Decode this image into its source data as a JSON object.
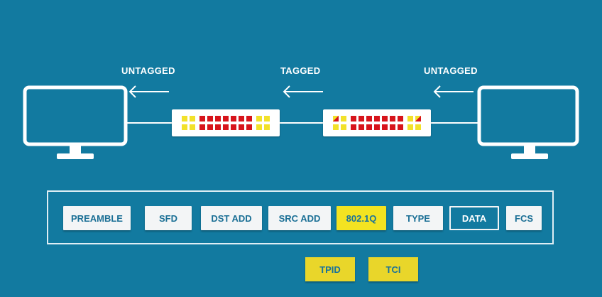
{
  "labels": {
    "left": "UNTAGGED",
    "middle": "TAGGED",
    "right": "UNTAGGED"
  },
  "frame_fields": [
    {
      "label": "PREAMBLE",
      "style": "white"
    },
    {
      "label": "SFD",
      "style": "white"
    },
    {
      "label": "DST ADD",
      "style": "white"
    },
    {
      "label": "SRC ADD",
      "style": "white"
    },
    {
      "label": "802.1Q",
      "style": "yellow"
    },
    {
      "label": "TYPE",
      "style": "white"
    },
    {
      "label": "DATA",
      "style": "outline"
    },
    {
      "label": "FCS",
      "style": "white"
    }
  ],
  "tag_fields": [
    "TPID",
    "TCI"
  ],
  "colors": {
    "background": "#127aa0",
    "field_white": "#f3f5f6",
    "field_yellow": "#f3e321",
    "port_yellow": "#f2e12a",
    "port_red": "#d7141b",
    "text_blue": "#1a6f95"
  },
  "icons": {
    "monitor": "computer-monitor-icon",
    "switch": "network-switch-icon",
    "arrow": "left-arrow-icon"
  }
}
